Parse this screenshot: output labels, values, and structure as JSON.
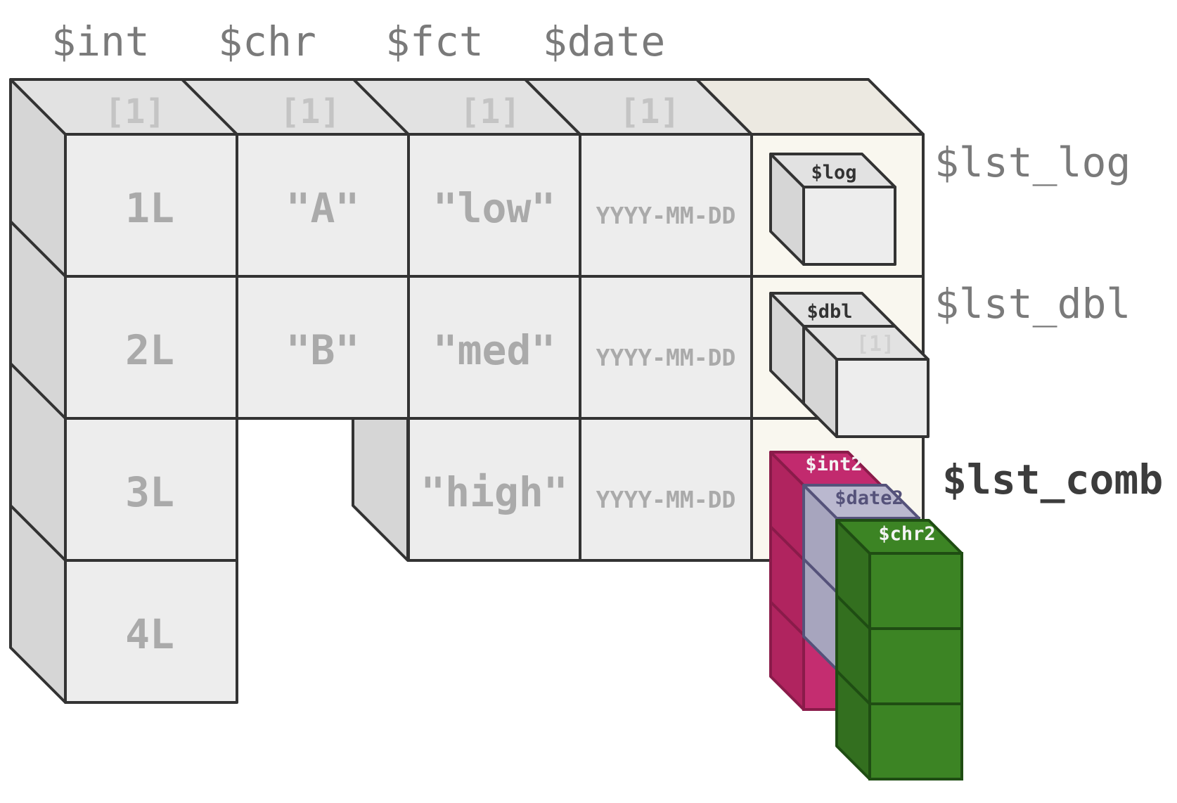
{
  "columns": [
    "$int",
    "$chr",
    "$fct",
    "$date"
  ],
  "index_labels": [
    "[1]",
    "[1]",
    "[1]",
    "[1]"
  ],
  "cells": {
    "int": [
      "1L",
      "2L",
      "3L",
      "4L"
    ],
    "chr": [
      "\"A\"",
      "\"B\""
    ],
    "fct": [
      "\"low\"",
      "\"med\"",
      "\"high\""
    ],
    "date": [
      "YYYY-MM-DD",
      "YYYY-MM-DD",
      "YYYY-MM-DD"
    ]
  },
  "list_rows": [
    {
      "name": "$lst_log",
      "highlight": false
    },
    {
      "name": "$lst_dbl",
      "highlight": false
    },
    {
      "name": "$lst_comb",
      "highlight": true
    }
  ],
  "nested": {
    "log": "$log",
    "dbl": "$dbl",
    "dbl_index": "[1]",
    "int2": "$int2",
    "date2": "$date2",
    "chr2": "$chr2"
  },
  "colors": {
    "cell_front": "#ededed",
    "cell_top": "#e2e2e2",
    "cell_side": "#d6d6d6",
    "list_bg": "#f9f7ef",
    "list_top": "#ece9e1",
    "outline": "#333333",
    "int2": "#c22a6e",
    "date2": "#bab8cf",
    "chr2": "#3c8424"
  }
}
